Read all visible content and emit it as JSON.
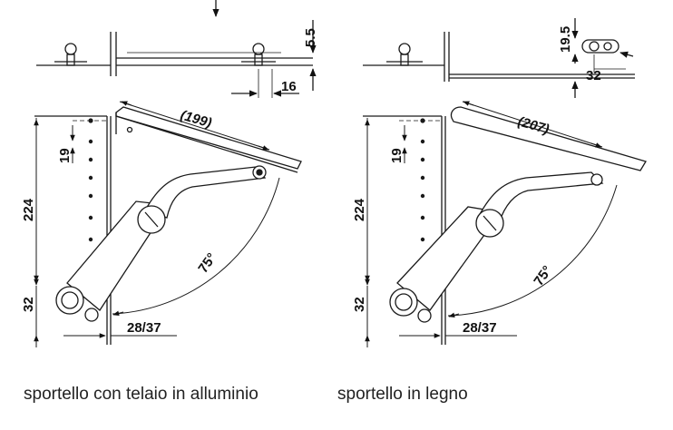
{
  "diagrams": [
    {
      "caption": "sportello con telaio in alluminio",
      "dims": {
        "offset_top": "5.5",
        "offset_side": "16",
        "length": "(199)",
        "pitch": "19",
        "height": "224",
        "base": "32",
        "clearance": "28/37",
        "angle": "75°"
      }
    },
    {
      "caption": "sportello in legno",
      "dims": {
        "offset_top": "19.5",
        "offset_side": "32",
        "length": "(207)",
        "pitch": "19",
        "height": "224",
        "base": "32",
        "clearance": "28/37",
        "angle": "75°"
      }
    }
  ],
  "colors": {
    "line": "#1a1a1a",
    "arm_fill": "#ffffff",
    "background": "#ffffff"
  }
}
